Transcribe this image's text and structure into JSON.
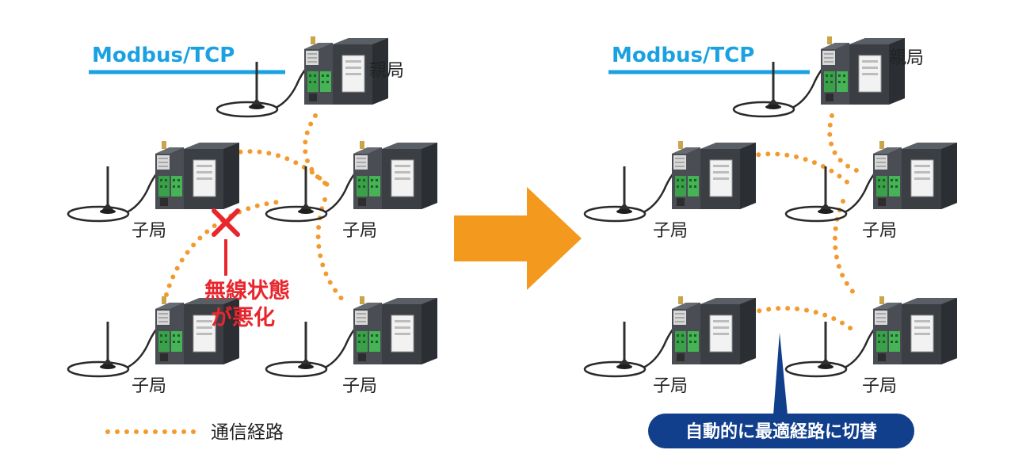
{
  "colors": {
    "bus_line": "#1ba1e2",
    "route": "#f39a2e",
    "arrow": "#f39a1e",
    "alert": "#e8262d",
    "callout": "#123f8c",
    "device_body": "#3b3f44",
    "terminal": "#3aa14a"
  },
  "left_panel": {
    "bus_label": "Modbus/TCP",
    "master_label": "親局",
    "slave_labels": [
      "子局",
      "子局",
      "子局",
      "子局"
    ],
    "warning_line1": "無線状態",
    "warning_line2": "が悪化",
    "legend_label": "通信経路"
  },
  "right_panel": {
    "bus_label": "Modbus/TCP",
    "master_label": "親局",
    "slave_labels": [
      "子局",
      "子局",
      "子局",
      "子局"
    ],
    "callout_label": "自動的に最適経路に切替"
  },
  "icons": {
    "device": "wireless-io-unit",
    "antenna": "magnetic-antenna",
    "failure_mark": "red-cross-mark",
    "transition": "right-arrow"
  }
}
